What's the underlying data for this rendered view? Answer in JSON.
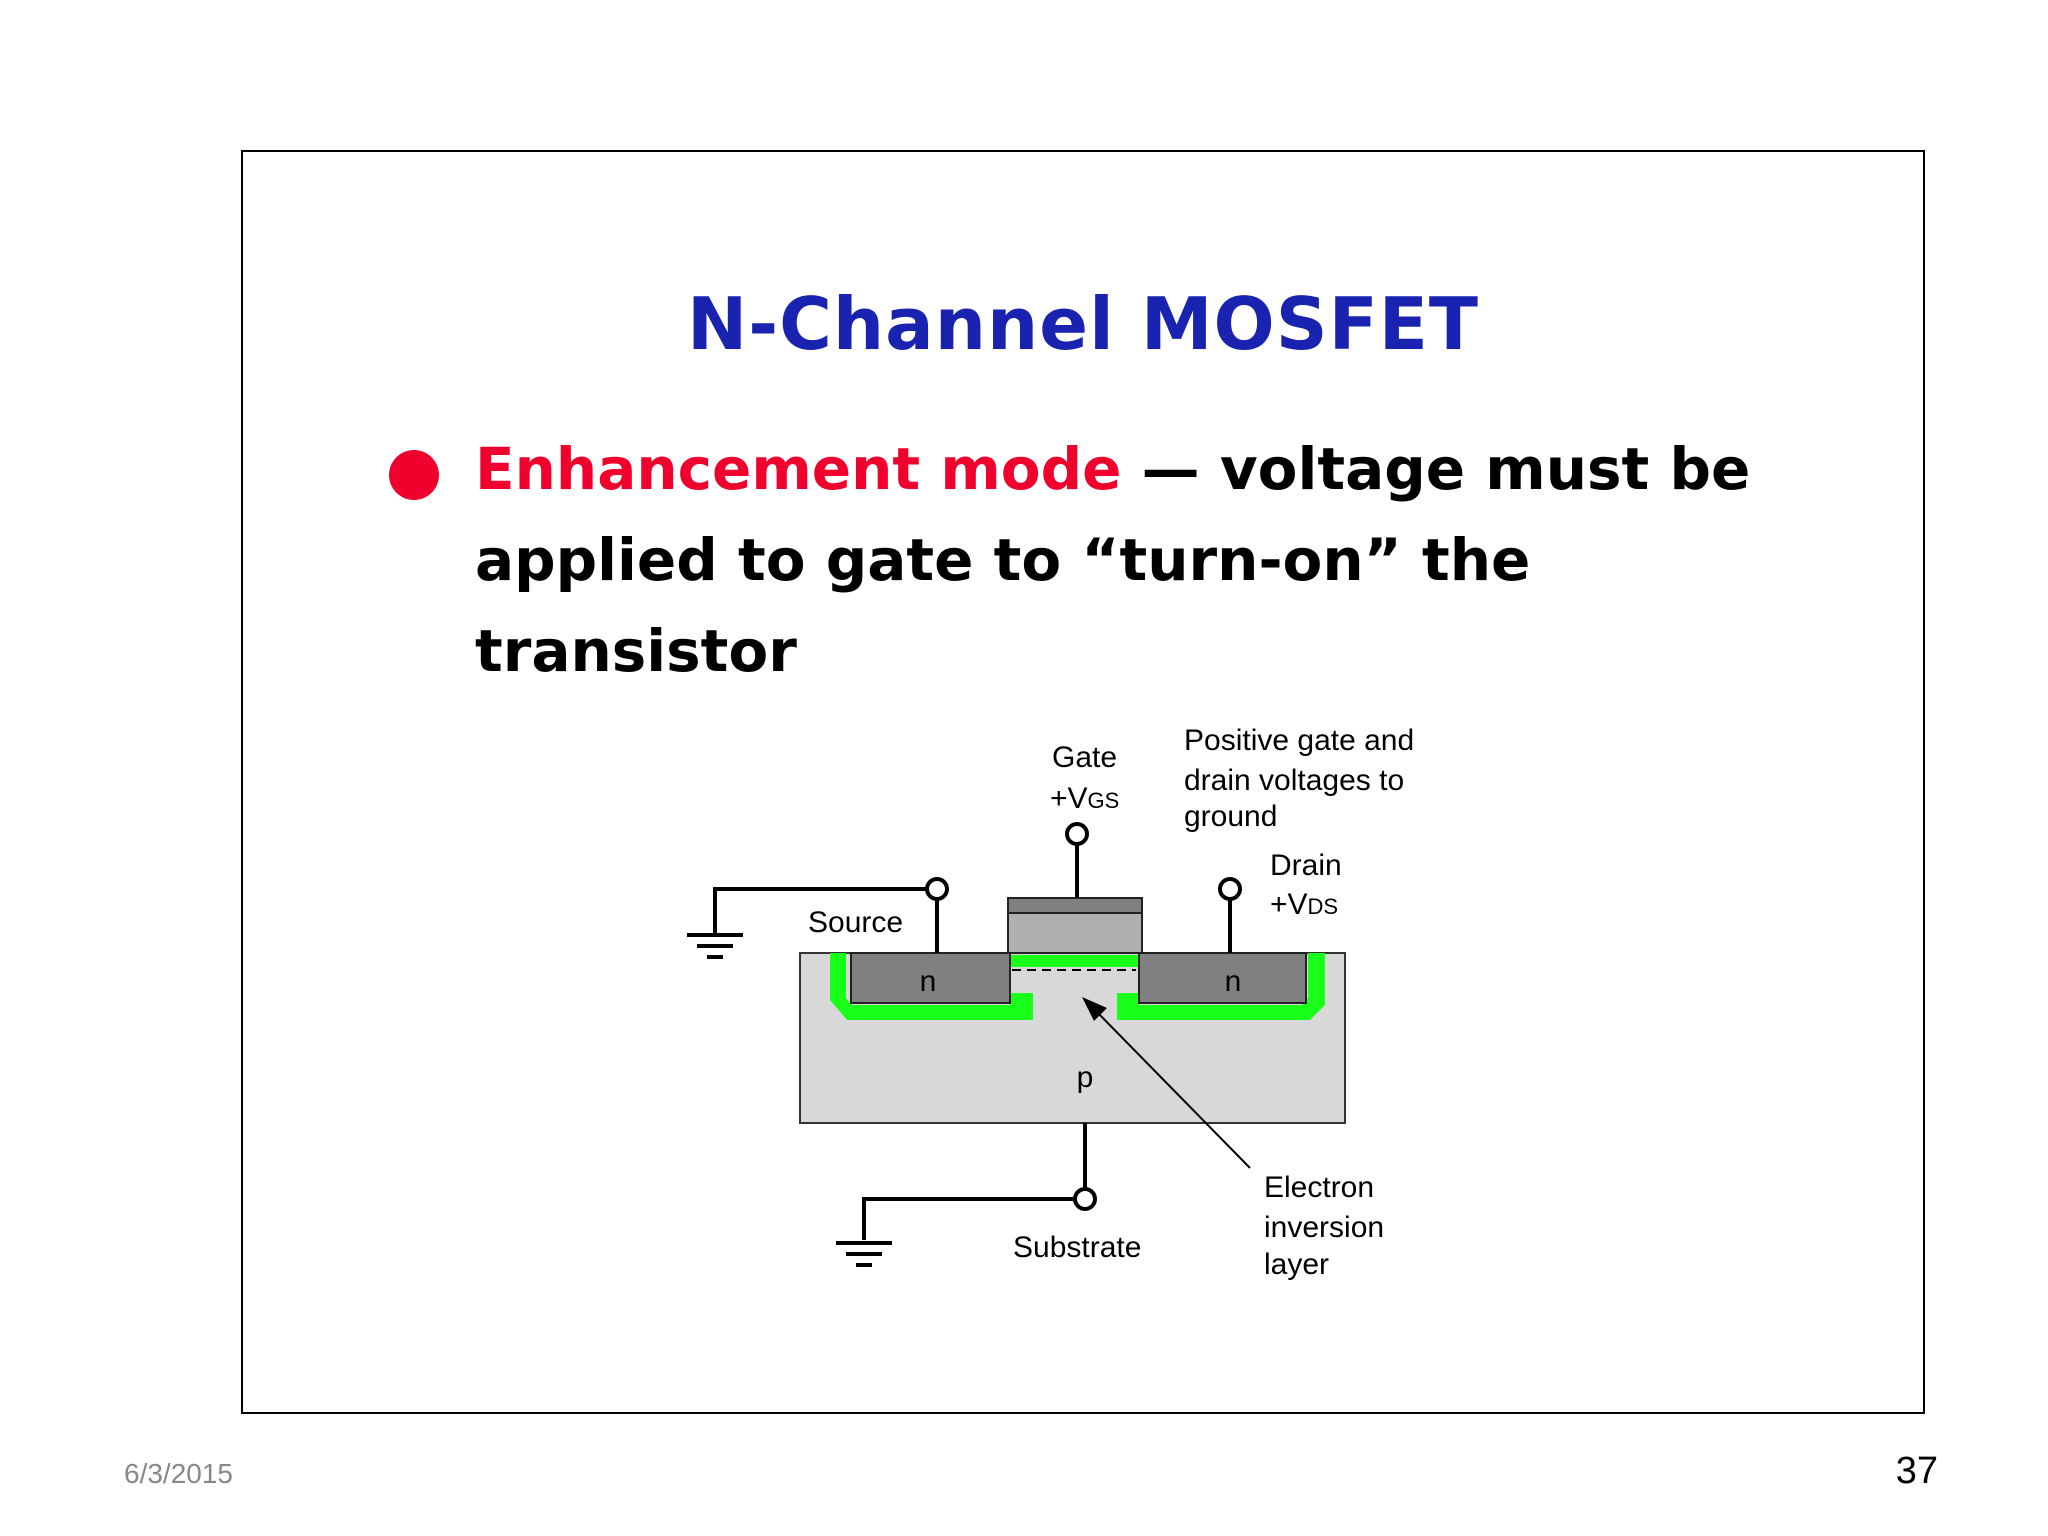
{
  "slide": {
    "title": "N-Channel MOSFET",
    "bullet_highlight": "Enhancement mode",
    "bullet_rest": " — voltage must be applied to gate to “turn-on” the transistor"
  },
  "diagram": {
    "gate_label": "Gate",
    "gate_voltage": "+V",
    "gate_voltage_sub": "GS",
    "note": [
      "Positive gate and",
      "drain voltages to",
      "ground"
    ],
    "drain_label": "Drain",
    "drain_voltage": "+V",
    "drain_voltage_sub": "DS",
    "source_label": "Source",
    "n_left": "n",
    "n_right": "n",
    "p_label": "p",
    "substrate_label": "Substrate",
    "inversion_label": [
      "Electron",
      "inversion",
      "layer"
    ]
  },
  "colors": {
    "title": "#1a23b0",
    "highlight": "#f0002d",
    "green_layer": "#1aff1a",
    "n_region": "#808080",
    "p_region": "#d8d8d8"
  },
  "footer": {
    "date": "6/3/2015",
    "page": "37"
  }
}
